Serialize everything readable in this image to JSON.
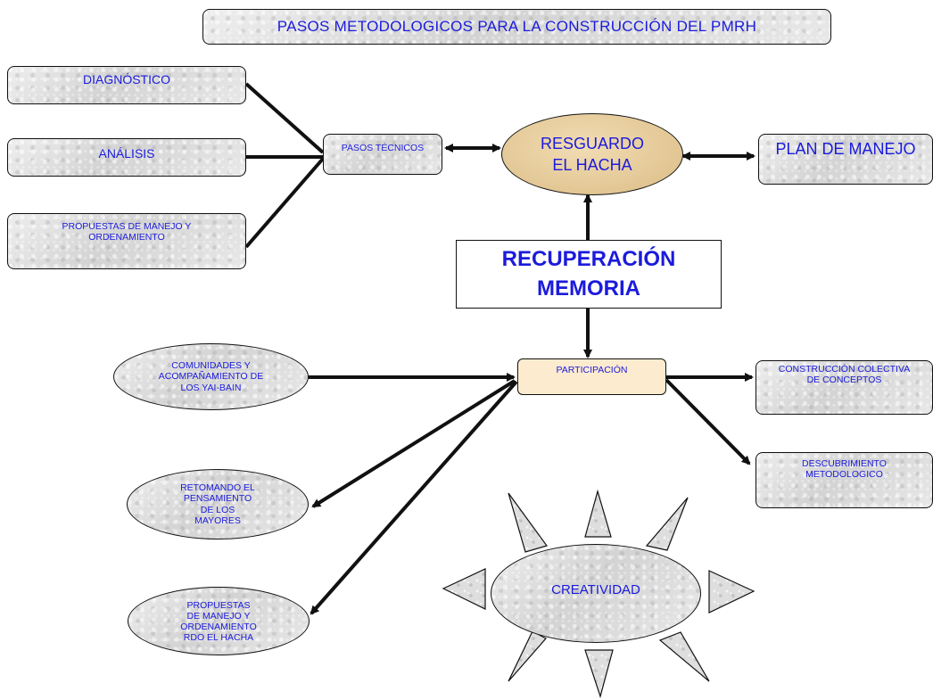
{
  "title": "PASOS METODOLOGICOS PARA LA CONSTRUCCIÓN DEL PMRH",
  "nodes": {
    "diagnostico": "DIAGNÓSTICO",
    "analisis": "ANÁLISIS",
    "propuestas_manejo_ordenamiento": "PROPUESTAS DE MANEJO Y ORDENAMIENTO",
    "pasos_tecnicos": "PASOS TÉCNICOS",
    "resguardo_line1": "RESGUARDO",
    "resguardo_line2": "EL HACHA",
    "plan_de_manejo": "PLAN DE MANEJO",
    "recuperacion_line1": "RECUPERACIÓN",
    "recuperacion_line2": "MEMORIA",
    "participacion": "PARTICIPACIÓN",
    "comunidades": "COMUNIDADES Y ACOMPAÑAMIENTO DE LOS YAI-BAIN",
    "construccion_colectiva": "CONSTRUCCIÓN COLECTIVA DE CONCEPTOS",
    "descubrimiento": "DESCUBRIMIENTO METODOLOGICO",
    "retomando": "RETOMANDO EL PENSAMIENTO DE LOS MAYORES",
    "propuestas_rdo": "PROPUESTAS DE MANEJO Y ORDENAMIENTO RDO EL HACHA",
    "creatividad": "CREATIVIDAD"
  },
  "colors": {
    "text": "#1b1bdc",
    "stroke": "#111111",
    "resguardo_fill": "#e3c896",
    "participacion_fill": "#fdebd0",
    "stone_fill": "#e2e2e2"
  }
}
